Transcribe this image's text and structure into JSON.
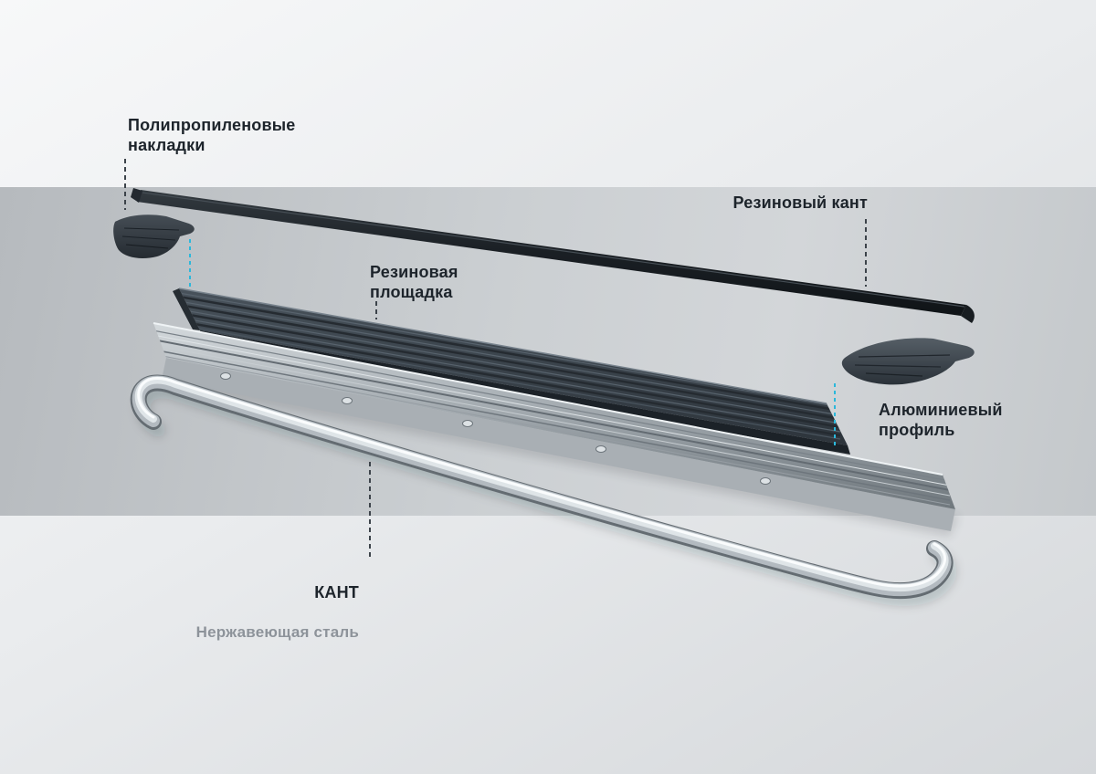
{
  "diagram": {
    "labels": {
      "polypropylene_pads": "Полипропиленовые\nнакладки",
      "rubber_edge": "Резиновый кант",
      "rubber_platform": "Резиновая\nплощадка",
      "aluminum_profile": "Алюминиевый\nпрофиль",
      "steel_edge_title": "КАНТ",
      "steel_edge_subtitle": "Нержавеющая сталь"
    },
    "parts": [
      {
        "id": "polypropylene-cap-left",
        "label": "Полипропиленовые накладки"
      },
      {
        "id": "polypropylene-cap-right",
        "label": "Полипропиленовые накладки"
      },
      {
        "id": "rubber-edge-strip",
        "label": "Резиновый кант"
      },
      {
        "id": "rubber-platform",
        "label": "Резиновая площадка"
      },
      {
        "id": "aluminum-profile",
        "label": "Алюминиевый профиль"
      },
      {
        "id": "stainless-steel-edge-tube",
        "label": "КАНТ Нержавеющая сталь"
      }
    ],
    "colors": {
      "accent_dashed": "#2bb8db",
      "leader_dashed": "#3c434a",
      "label_text": "#1d242b",
      "label_muted": "#8d939a"
    }
  }
}
